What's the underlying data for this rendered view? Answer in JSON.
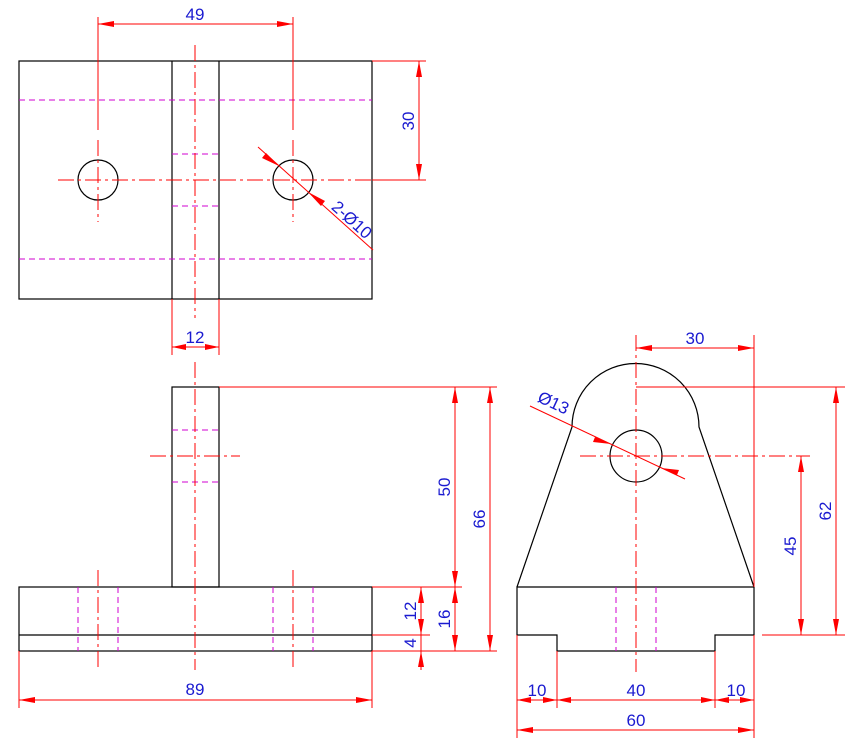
{
  "colors": {
    "object_line": "#000000",
    "center_line": "#ff0000",
    "hidden_line": "#d000d0",
    "dimension_line": "#ff0000",
    "dimension_text": "#1a1ad0",
    "background": "#ffffff"
  },
  "top_view": {
    "dims": {
      "hole_spacing": "49",
      "edge_to_center": "30",
      "hole_callout": "2-Ø10",
      "rib_width": "12"
    }
  },
  "front_view": {
    "dims": {
      "rib_height": "50",
      "total_height": "66",
      "base_upper": "12",
      "base_total": "16",
      "base_lower": "4",
      "overall_length": "89"
    }
  },
  "side_view": {
    "dims": {
      "radius_offset": "30",
      "bore": "Ø13",
      "center_height": "45",
      "total_height": "62",
      "left_foot": "10",
      "slot_width": "40",
      "right_foot": "10",
      "overall_width": "60"
    }
  }
}
